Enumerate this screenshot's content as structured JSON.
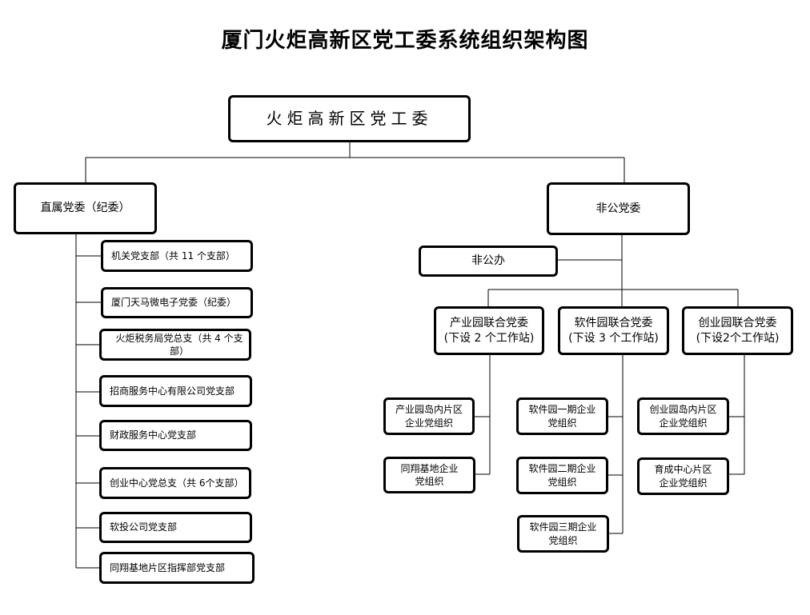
{
  "title": "厦门火炬高新区党工委系统组织架构图",
  "root": "火炬高新区党工委",
  "direct": {
    "label": "直属党委（纪委）",
    "items": [
      "机关党支部（共 11 个支部）",
      "厦门天马微电子党委（纪委）",
      "火炬税务局党总支（共 4 个支部）",
      "招商服务中心有限公司党支部",
      "财政服务中心党支部",
      "创业中心党总支（共 6个支部）",
      "软投公司党支部",
      "同翔基地片区指挥部党支部"
    ]
  },
  "nonpublic": {
    "label": "非公党委",
    "office": "非公办",
    "parks": [
      {
        "label": "产业园联合党委\n(下设 2 个工作站)",
        "items": [
          "产业园岛内片区\n企业党组织",
          "同翔基地企业\n党组织"
        ]
      },
      {
        "label": "软件园联合党委\n(下设 3 个工作站)",
        "items": [
          "软件园一期企业\n党组织",
          "软件园二期企业\n党组织",
          "软件园三期企业\n党组织"
        ]
      },
      {
        "label": "创业园联合党委\n(下设2个工作站)",
        "items": [
          "创业园岛内片区\n企业党组织",
          "育成中心片区\n企业党组织"
        ]
      }
    ]
  }
}
